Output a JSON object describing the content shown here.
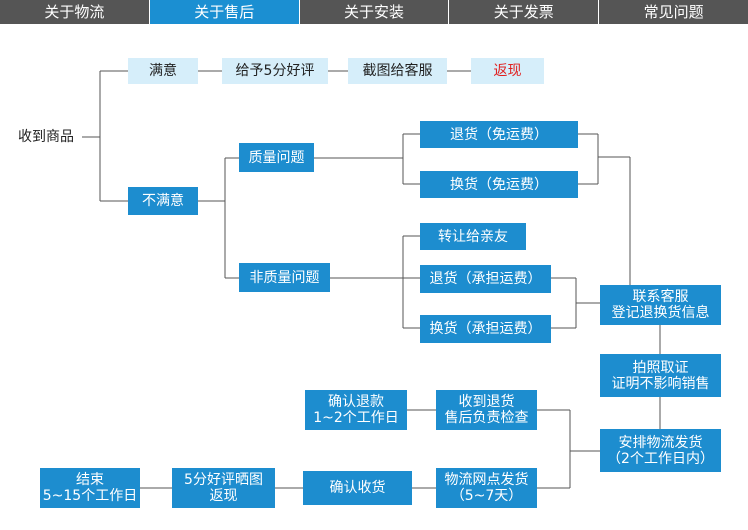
{
  "tabs": [
    {
      "label": "关于物流"
    },
    {
      "label": "关于售后"
    },
    {
      "label": "关于安装"
    },
    {
      "label": "关于发票"
    },
    {
      "label": "常见问题"
    }
  ],
  "active_tab": "关于售后",
  "nodes": {
    "start": "收到商品",
    "satisfied": "满意",
    "give_5_star": "给予5分好评",
    "screenshot_to_cs": "截图给客服",
    "cashback": "返现",
    "not_satisfied": "不满意",
    "quality_issue": "质量问题",
    "return_free": "退货（免运费）",
    "exchange_free": "换货（免运费）",
    "non_quality_issue": "非质量问题",
    "give_to_friend": "转让给亲友",
    "return_paid": "退货（承担运费）",
    "exchange_paid": "换货（承担运费）",
    "contact_cs": [
      "联系客服",
      "登记退换货信息"
    ],
    "take_photo": [
      "拍照取证",
      "证明不影响销售"
    ],
    "arrange_shipping": [
      "安排物流发货",
      "（2个工作日内）"
    ],
    "receive_return": [
      "收到退货",
      "售后负责检查"
    ],
    "confirm_refund": [
      "确认退款",
      "1~2个工作日"
    ],
    "logistics_ship": [
      "物流网点发货",
      "（5~7天）"
    ],
    "confirm_receipt": "确认收货",
    "review_cashback": [
      "5分好评晒图",
      "返现"
    ],
    "end": [
      "结束",
      "5~15个工作日"
    ]
  },
  "colors": {
    "tab_bg": "#555555",
    "tab_active": "#1b8fd2",
    "node_blue": "#1d8dcf",
    "node_pale": "#d6eefa",
    "cashback_text": "#e02020",
    "line": "#555555"
  }
}
